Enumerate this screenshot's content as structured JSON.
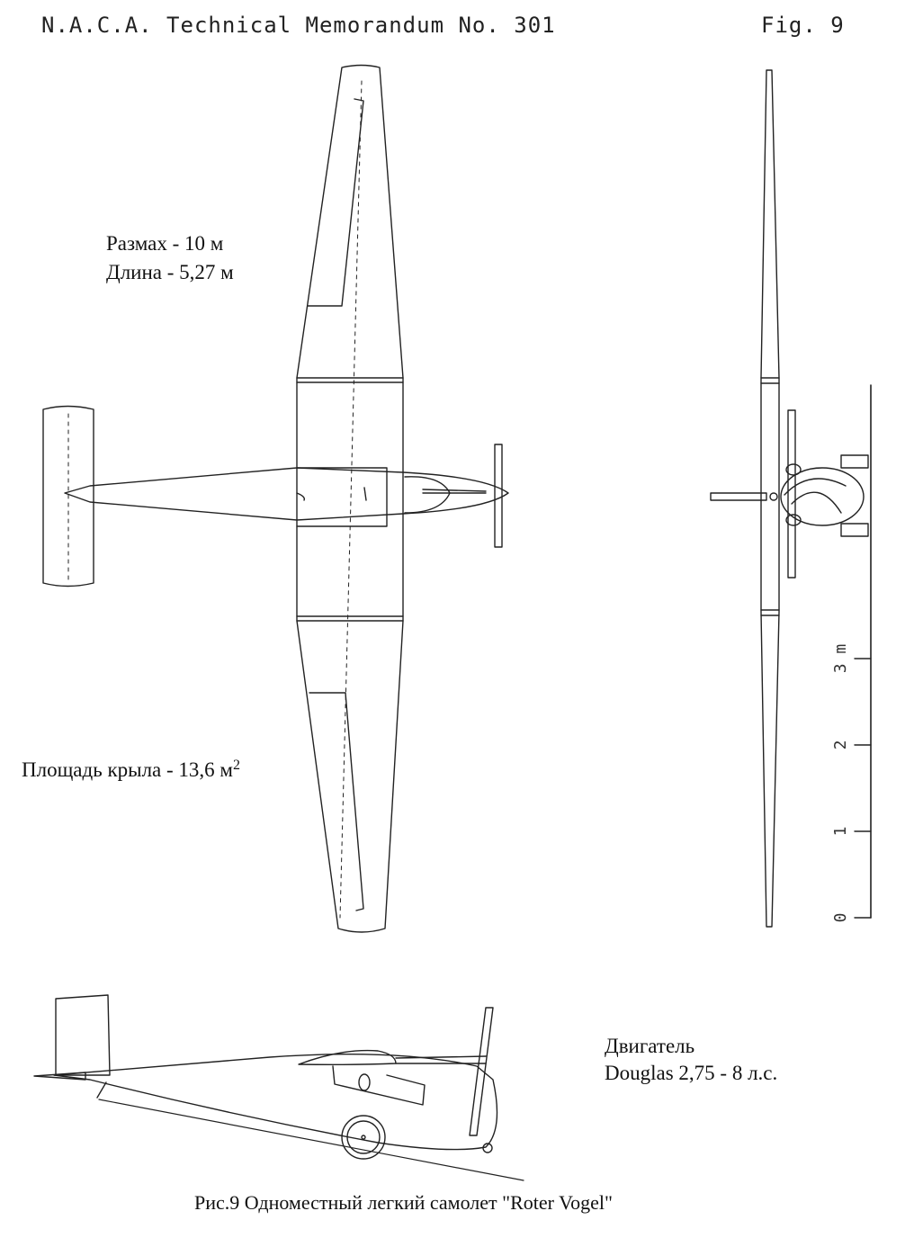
{
  "header": {
    "memo": "N.A.C.A. Technical Memorandum No. 301",
    "fig": "Fig. 9"
  },
  "specs": {
    "span": "Размах - 10 м",
    "length": "Длина - 5,27 м",
    "wing_area_text": "Площадь крыла - 13,6 м",
    "wing_area_sup": "2",
    "engine_title": "Двигатель",
    "engine_model": "Douglas 2,75 - 8 л.с."
  },
  "scale": {
    "labels": [
      "0",
      "1",
      "2",
      "3 m"
    ]
  },
  "caption": "Рис.9 Одноместный легкий самолет \"Roter Vogel\""
}
